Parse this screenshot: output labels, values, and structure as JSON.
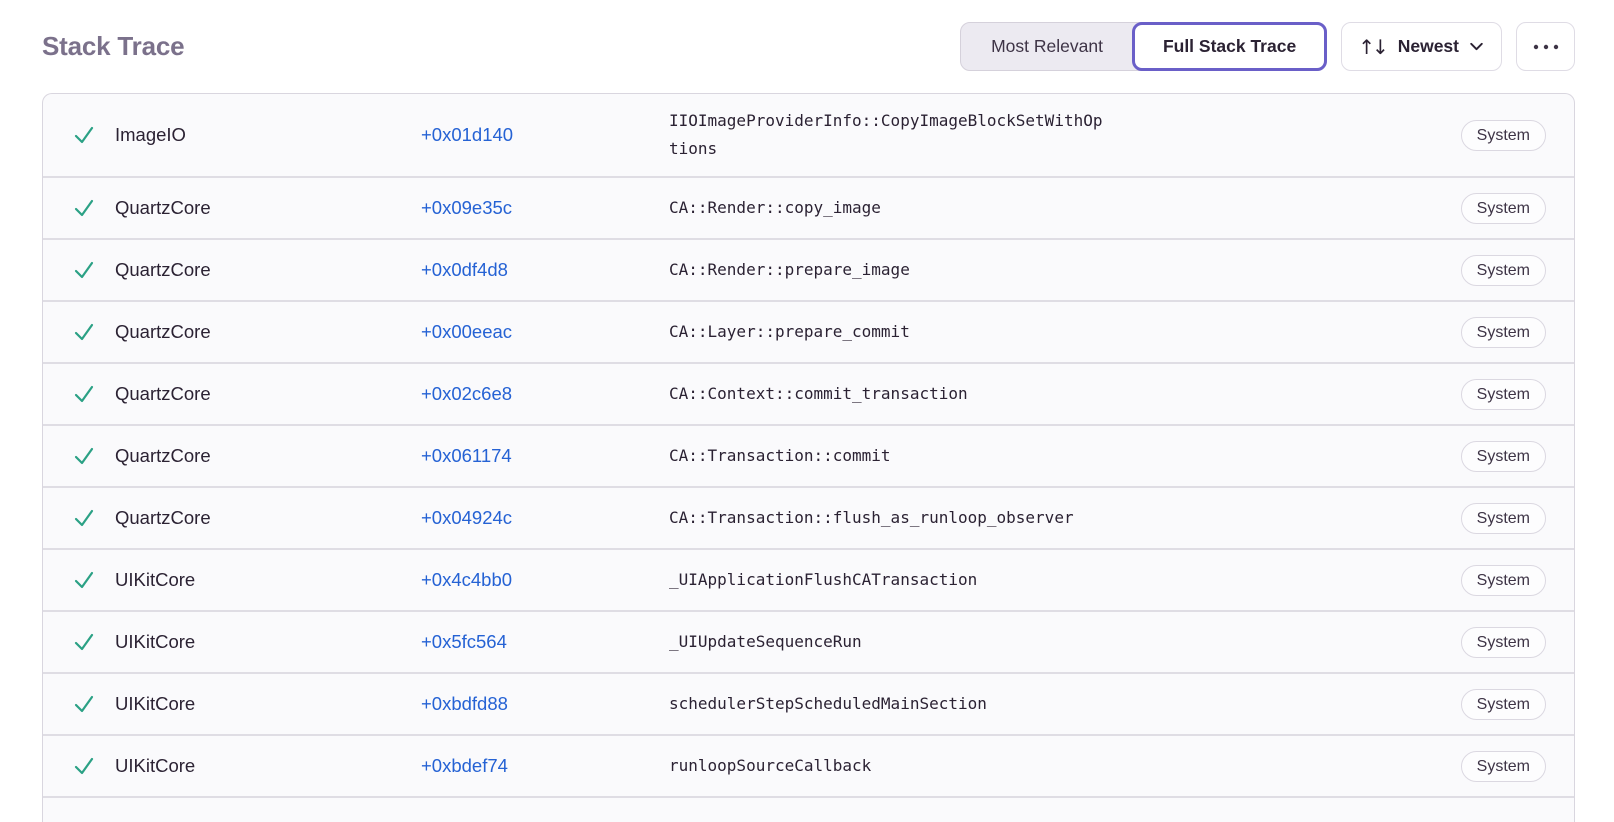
{
  "header": {
    "title": "Stack Trace"
  },
  "toolbar": {
    "most_relevant_label": "Most Relevant",
    "full_stack_trace_label": "Full Stack Trace",
    "active_view": "Full Stack Trace",
    "sort_label": "Newest",
    "sort_icon": "sort-arrows-icon",
    "sort_chevron_icon": "chevron-down-icon",
    "more_icon": "ellipsis-icon"
  },
  "colors": {
    "accent_purple": "#6A5FC8",
    "link_blue": "#2562D4",
    "check_green": "#2BA185",
    "text_dark": "#2B2233",
    "title_gray": "#7B718B",
    "row_background": "#FAFAFC",
    "divider": "#DFDDE4"
  },
  "table": {
    "row_check_icon": "check-icon",
    "rows": [
      {
        "module": "ImageIO",
        "offset": "+0x01d140",
        "function": "IIOImageProviderInfo::CopyImageBlockSetWithOptions",
        "badge": "System"
      },
      {
        "module": "QuartzCore",
        "offset": "+0x09e35c",
        "function": "CA::Render::copy_image",
        "badge": "System"
      },
      {
        "module": "QuartzCore",
        "offset": "+0x0df4d8",
        "function": "CA::Render::prepare_image",
        "badge": "System"
      },
      {
        "module": "QuartzCore",
        "offset": "+0x00eeac",
        "function": "CA::Layer::prepare_commit",
        "badge": "System"
      },
      {
        "module": "QuartzCore",
        "offset": "+0x02c6e8",
        "function": "CA::Context::commit_transaction",
        "badge": "System"
      },
      {
        "module": "QuartzCore",
        "offset": "+0x061174",
        "function": "CA::Transaction::commit",
        "badge": "System"
      },
      {
        "module": "QuartzCore",
        "offset": "+0x04924c",
        "function": "CA::Transaction::flush_as_runloop_observer",
        "badge": "System"
      },
      {
        "module": "UIKitCore",
        "offset": "+0x4c4bb0",
        "function": "_UIApplicationFlushCATransaction",
        "badge": "System"
      },
      {
        "module": "UIKitCore",
        "offset": "+0x5fc564",
        "function": "_UIUpdateSequenceRun",
        "badge": "System"
      },
      {
        "module": "UIKitCore",
        "offset": "+0xbdfd88",
        "function": "schedulerStepScheduledMainSection",
        "badge": "System"
      },
      {
        "module": "UIKitCore",
        "offset": "+0xbdef74",
        "function": "runloopSourceCallback",
        "badge": "System"
      }
    ]
  }
}
